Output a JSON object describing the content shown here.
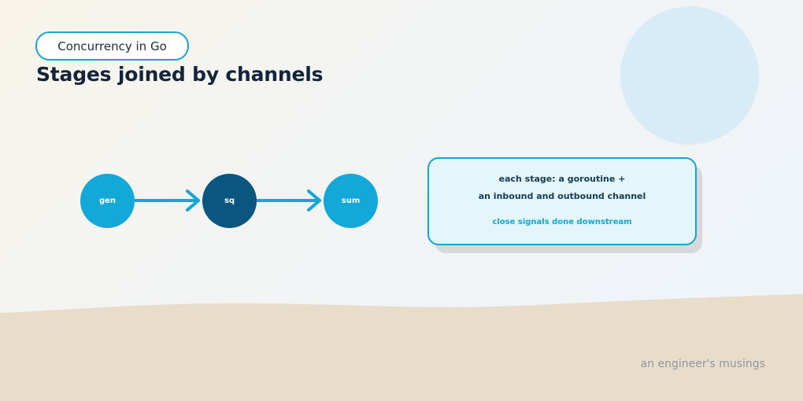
{
  "header": {
    "tag": "Concurrency in Go",
    "title": "Stages joined by channels"
  },
  "pipeline": {
    "nodes": [
      {
        "label": "gen",
        "color": "#13a8d7"
      },
      {
        "label": "sq",
        "color": "#0b5680"
      },
      {
        "label": "sum",
        "color": "#13a8d7"
      }
    ],
    "edge_color": "#15a6d3"
  },
  "note": {
    "line1": "each stage: a goroutine +",
    "line2": "an inbound and outbound channel",
    "line3": "close signals done downstream"
  },
  "footer": {
    "signature": "an engineer's musings"
  },
  "colors": {
    "accent": "#15a6d3",
    "dark_node": "#0b5680",
    "title": "#13233a",
    "sand": "#e8dccb"
  }
}
